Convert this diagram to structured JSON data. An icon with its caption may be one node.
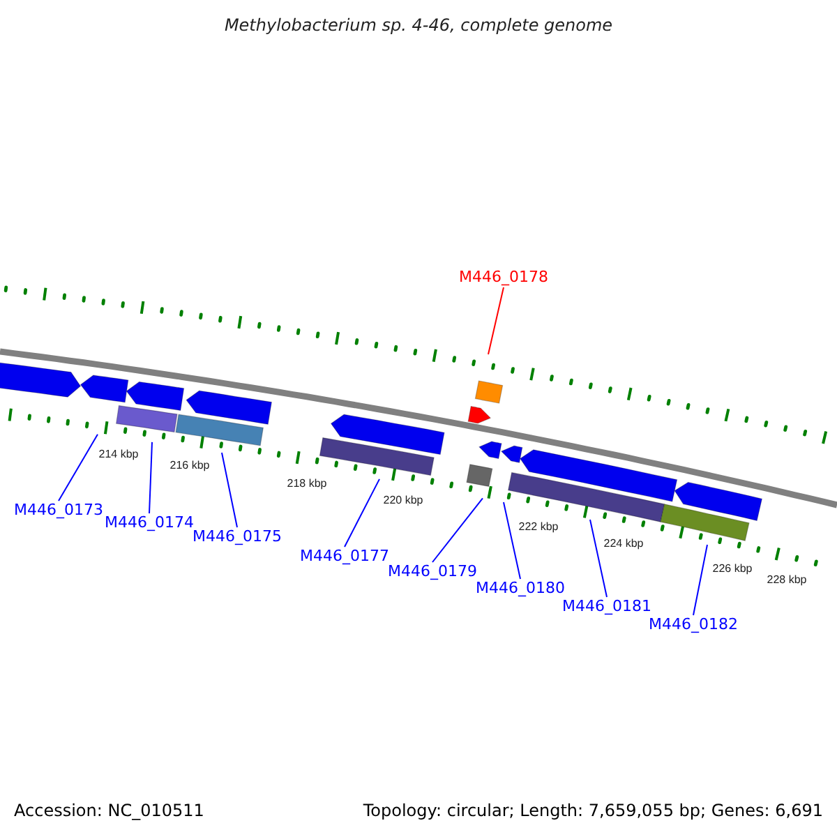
{
  "diagram": {
    "title": "Methylobacterium sp. 4-46, complete genome",
    "nodes": [
      {
        "text": [
          "M446_0173"
        ]
      },
      {
        "text": [
          "M446_0174"
        ]
      },
      {
        "text": [
          "M446_0175"
        ]
      },
      {
        "text": [
          "M446_0177"
        ]
      },
      {
        "text": [
          "M446_0178"
        ]
      },
      {
        "text": [
          "M446_0179"
        ]
      },
      {
        "text": [
          "M446_0180"
        ]
      },
      {
        "text": [
          "M446_0181"
        ]
      },
      {
        "text": [
          "M446_0182"
        ]
      }
    ],
    "edges": [
      {
        "from": 0,
        "to": null,
        "arrow": "none"
      },
      {
        "from": 1,
        "to": null,
        "arrow": "none"
      },
      {
        "from": 2,
        "to": null,
        "arrow": "none"
      },
      {
        "from": 3,
        "to": null,
        "arrow": "none"
      },
      {
        "from": 4,
        "to": null,
        "arrow": "none",
        "color": "#ff0000"
      },
      {
        "from": 5,
        "to": null,
        "arrow": "none"
      },
      {
        "from": 6,
        "to": null,
        "arrow": "none"
      },
      {
        "from": 7,
        "to": null,
        "arrow": "none"
      },
      {
        "from": 8,
        "to": null,
        "arrow": "none"
      }
    ],
    "labels": [
      "214 kbp",
      "216 kbp",
      "218 kbp",
      "220 kbp",
      "222 kbp",
      "224 kbp",
      "226 kbp",
      "228 kbp",
      "Accession: NC_010511",
      "Topology: circular; Length: 7,659,055 bp; Genes: 6,691"
    ]
  }
}
